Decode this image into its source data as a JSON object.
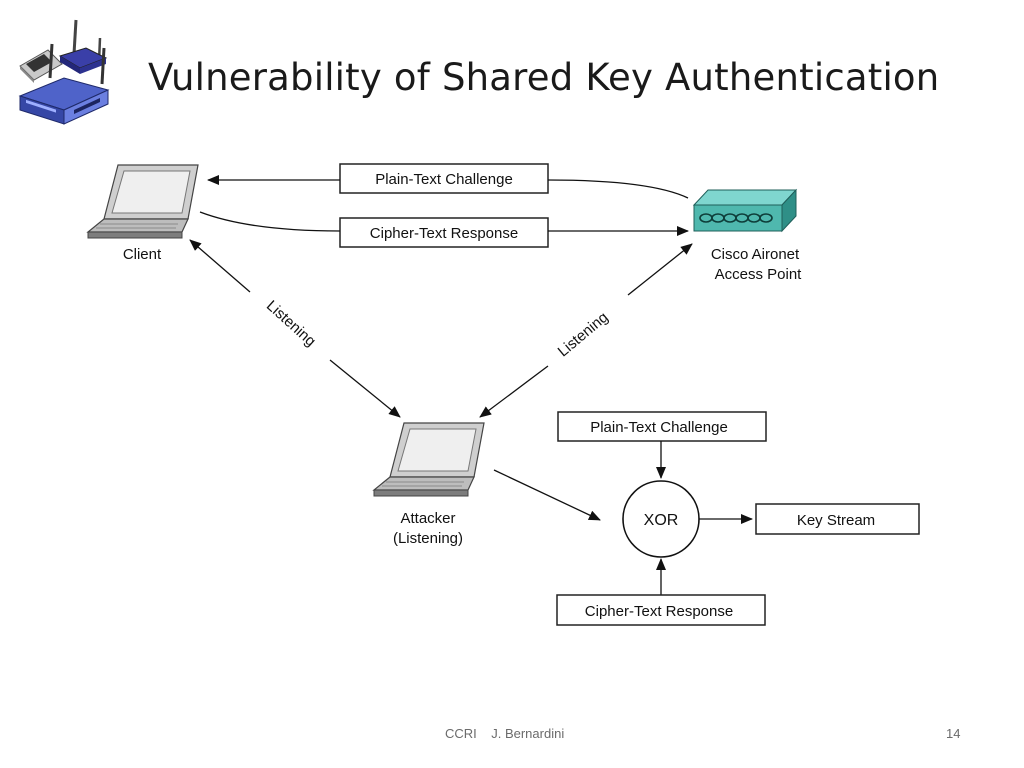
{
  "slide": {
    "title": "Vulnerability of Shared Key Authentication",
    "footer_text": "CCRI    J. Bernardini",
    "page_number": "14"
  },
  "logo": {
    "icon": "wireless-router-icon"
  },
  "diagram": {
    "client_label": "Client",
    "ap_label_line1": "Cisco Aironet",
    "ap_label_line2": "Access Point",
    "attacker_label_line1": "Attacker",
    "attacker_label_line2": "(Listening)",
    "plain_text_challenge": "Plain-Text Challenge",
    "cipher_text_response": "Cipher-Text Response",
    "listening_left": "Listening",
    "listening_right": "Listening",
    "xor_label": "XOR",
    "key_stream": "Key Stream",
    "plain_text_challenge_input": "Plain-Text Challenge",
    "cipher_text_response_input": "Cipher-Text Response"
  }
}
